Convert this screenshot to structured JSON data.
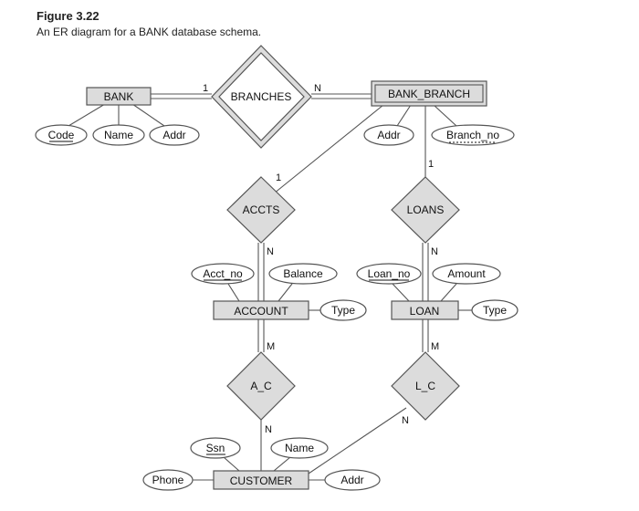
{
  "figure": {
    "number": "Figure 3.22",
    "caption": "An ER diagram for a BANK database schema."
  },
  "entities": {
    "bank": "BANK",
    "bank_branch": "BANK_BRANCH",
    "account": "ACCOUNT",
    "loan": "LOAN",
    "customer": "CUSTOMER"
  },
  "relationships": {
    "branches": "BRANCHES",
    "accts": "ACCTS",
    "loans": "LOANS",
    "a_c": "A_C",
    "l_c": "L_C"
  },
  "attributes": {
    "bank_code": "Code",
    "bank_name": "Name",
    "bank_addr": "Addr",
    "branch_addr": "Addr",
    "branch_no": "Branch_no",
    "acct_no": "Acct_no",
    "balance": "Balance",
    "account_type": "Type",
    "loan_no": "Loan_no",
    "amount": "Amount",
    "loan_type": "Type",
    "ssn": "Ssn",
    "customer_name": "Name",
    "phone": "Phone",
    "customer_addr": "Addr"
  },
  "cardinalities": {
    "bank_branches": "1",
    "branches_bank_branch": "N",
    "branch_accts": "1",
    "accts_account": "N",
    "branch_loans": "1",
    "loans_loan": "N",
    "account_ac": "M",
    "ac_customer": "N",
    "loan_lc": "M",
    "lc_customer": "N"
  }
}
